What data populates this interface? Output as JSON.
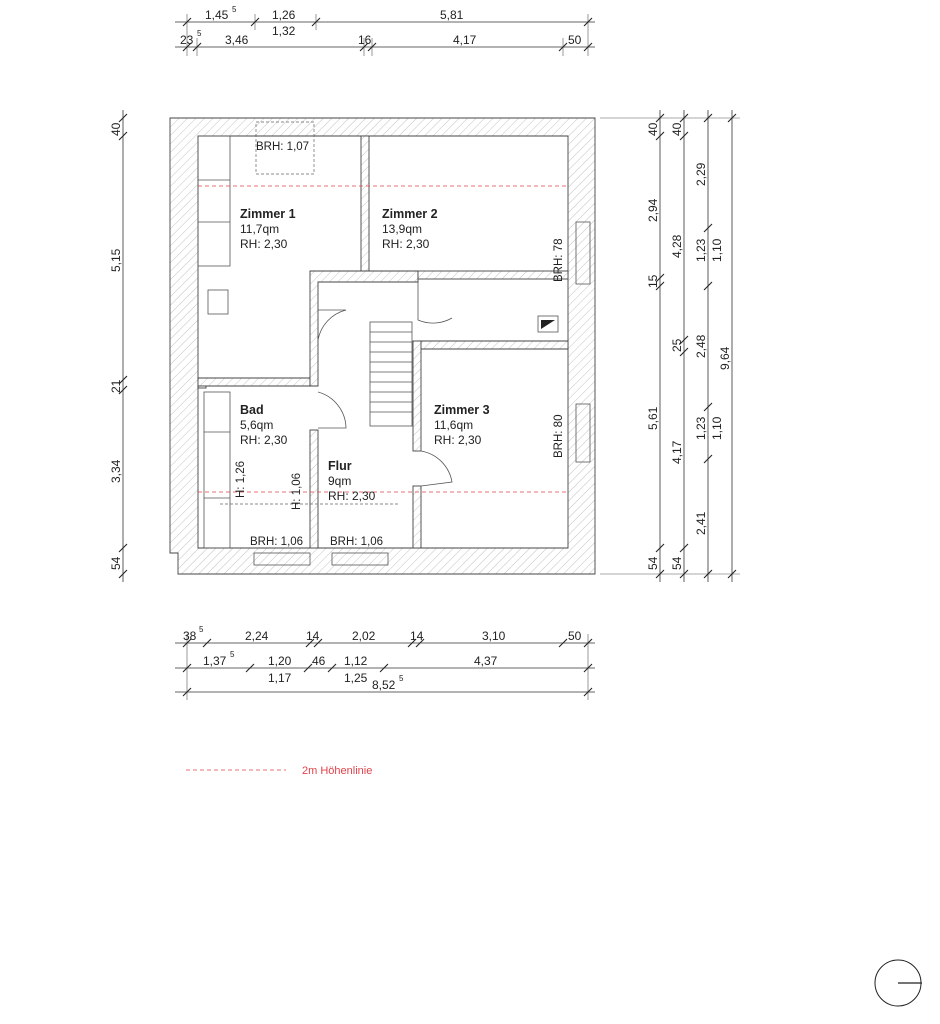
{
  "rooms": {
    "zimmer1": {
      "name": "Zimmer 1",
      "area": "11,7qm",
      "height": "RH: 2,30"
    },
    "zimmer2": {
      "name": "Zimmer 2",
      "area": "13,9qm",
      "height": "RH: 2,30"
    },
    "zimmer3": {
      "name": "Zimmer 3",
      "area": "11,6qm",
      "height": "RH: 2,30"
    },
    "bad": {
      "name": "Bad",
      "area": "5,6qm",
      "height": "RH: 2,30"
    },
    "flur": {
      "name": "Flur",
      "area": "9qm",
      "height": "RH: 2,30"
    }
  },
  "labels": {
    "brh_top": "BRH: 1,07",
    "brh_right_upper": "BRH: 78",
    "brh_right_lower": "BRH: 80",
    "brh_bottom_left": "BRH: 1,06",
    "brh_bottom_mid": "BRH: 1,06",
    "h_bad": "H: 1,26",
    "h_flur": "H: 1,06"
  },
  "dimensions": {
    "top_row1": [
      "1,45",
      "1,26",
      "5,81"
    ],
    "top_row1_sup": "5",
    "top_row1_sub": "1,32",
    "top_row2": [
      "23",
      "3,46",
      "16",
      "4,17",
      "50"
    ],
    "top_row2_sup": "5",
    "bottom_row1": [
      "38",
      "2,24",
      "14",
      "2,02",
      "14",
      "3,10",
      "50"
    ],
    "bottom_row1_sup": "5",
    "bottom_row2": [
      "1,37",
      "1,20",
      "46",
      "1,12",
      "4,37"
    ],
    "bottom_row2_sup": "5",
    "bottom_row3": [
      "1,17",
      "1,25"
    ],
    "bottom_total": "8,52",
    "bottom_total_sup": "5",
    "left": [
      "40",
      "5,15",
      "21",
      "3,34",
      "54"
    ],
    "right_col1": [
      "40",
      "2,94",
      "15",
      "25",
      "5,61",
      "54"
    ],
    "right_col2": [
      "40",
      "4,28",
      "4,17",
      "54"
    ],
    "right_col3": [
      "2,29",
      "1,23",
      "1,10",
      "2,48",
      "1,23",
      "1,10",
      "2,41"
    ],
    "right_total": "9,64"
  },
  "legend": {
    "text": "2m Höhenlinie"
  }
}
